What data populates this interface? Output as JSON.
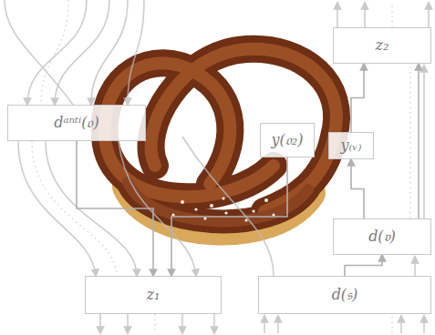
{
  "diagram": {
    "nodes": [
      {
        "text": [
          "z₂"
        ]
      },
      {
        "text": [
          "dᵃⁿᵗⁱ(𝔬)"
        ]
      },
      {
        "text": [
          "y(𝔬₂)"
        ]
      },
      {
        "text": [
          "y₍ᵥ₎"
        ]
      },
      {
        "text": [
          "d(𝔳)"
        ]
      },
      {
        "text": [
          "z₁"
        ]
      },
      {
        "text": [
          "d(𝔰)"
        ]
      }
    ],
    "edges": [
      {
        "from": 6,
        "to": 4,
        "arrow": "to"
      },
      {
        "from": 4,
        "to": 3,
        "arrow": "to"
      },
      {
        "from": 3,
        "to": 0,
        "arrow": "to"
      },
      {
        "from": 4,
        "to": 0,
        "arrow": "to"
      },
      {
        "from": 1,
        "to": 5,
        "arrow": "to"
      },
      {
        "from": 2,
        "to": 5,
        "arrow": "to"
      }
    ]
  }
}
